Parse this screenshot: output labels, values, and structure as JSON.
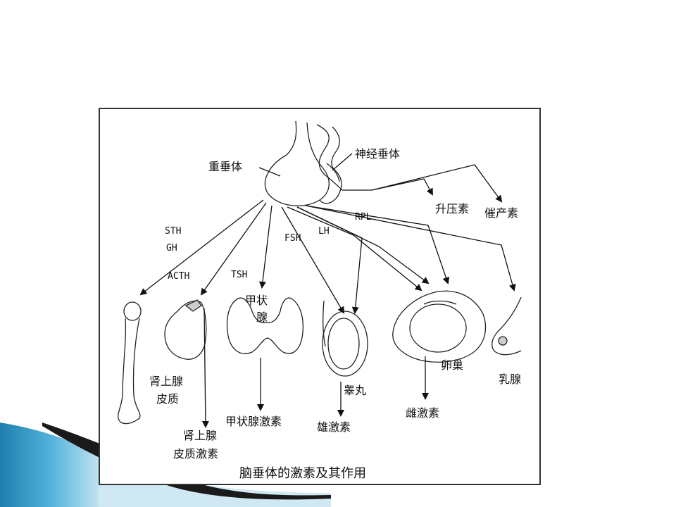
{
  "caption": "脑垂体的激素及其作用",
  "lobes": {
    "anterior": "重垂体",
    "posterior": "神经垂体"
  },
  "hormones": {
    "sth": "STH",
    "gh": "GH",
    "acth": "ACTH",
    "tsh": "TSH",
    "fsh": "FSH",
    "lh": "LH",
    "rpl": "RPL",
    "vasopressin": "升压素",
    "oxytocin": "催产素"
  },
  "targets": {
    "adrenal_1": "肾上腺",
    "adrenal_2": "皮质",
    "thyroid_1": "甲状",
    "thyroid_2": "腺",
    "testis": "睾丸",
    "ovary": "卵巢",
    "mammary": "乳腺"
  },
  "products": {
    "adrenal_hormone_1": "肾上腺",
    "adrenal_hormone_2": "皮质激素",
    "thyroid_hormone": "甲状腺激素",
    "androgen": "雄激素",
    "estrogen": "雌激素"
  },
  "colors": {
    "decor_blue": "#2a8fbf",
    "decor_light": "#bfe3f2",
    "decor_dark": "#1a1a1a"
  }
}
